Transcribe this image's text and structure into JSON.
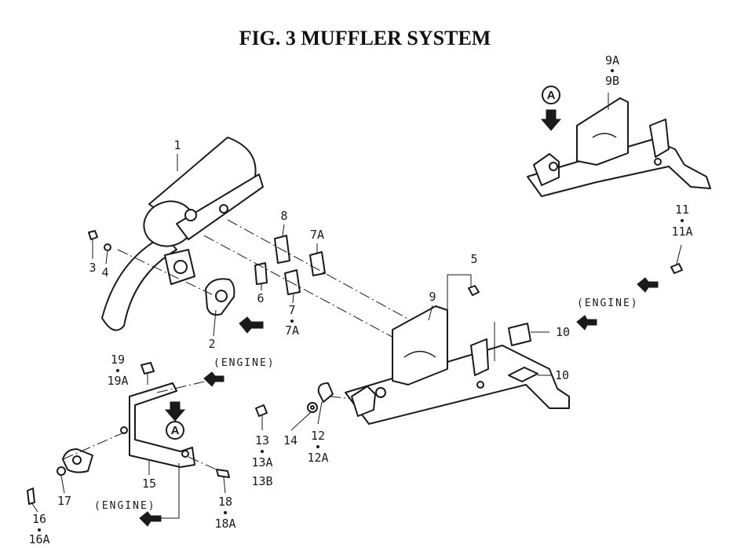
{
  "figure": {
    "title": "FIG. 3  MUFFLER SYSTEM",
    "engine_label": "(ENGINE)",
    "detail_marker": "A",
    "callouts": {
      "c1": "1",
      "c2": "2",
      "c3": "3",
      "c4": "4",
      "c5": "5",
      "c6": "6",
      "c7": "7",
      "c7a_lower": "7A",
      "c8": "8",
      "c7a_upper": "7A",
      "c9": "9",
      "c9a": "9A",
      "c9b": "9B",
      "c10_upper": "10",
      "c10_lower": "10",
      "c11": "11",
      "c11a": "11A",
      "c12": "12",
      "c12a": "12A",
      "c13": "13",
      "c13a": "13A",
      "c13b": "13B",
      "c14": "14",
      "c15": "15",
      "c16": "16",
      "c16a": "16A",
      "c17": "17",
      "c18": "18",
      "c18a": "18A",
      "c19": "19",
      "c19a": "19A"
    }
  }
}
